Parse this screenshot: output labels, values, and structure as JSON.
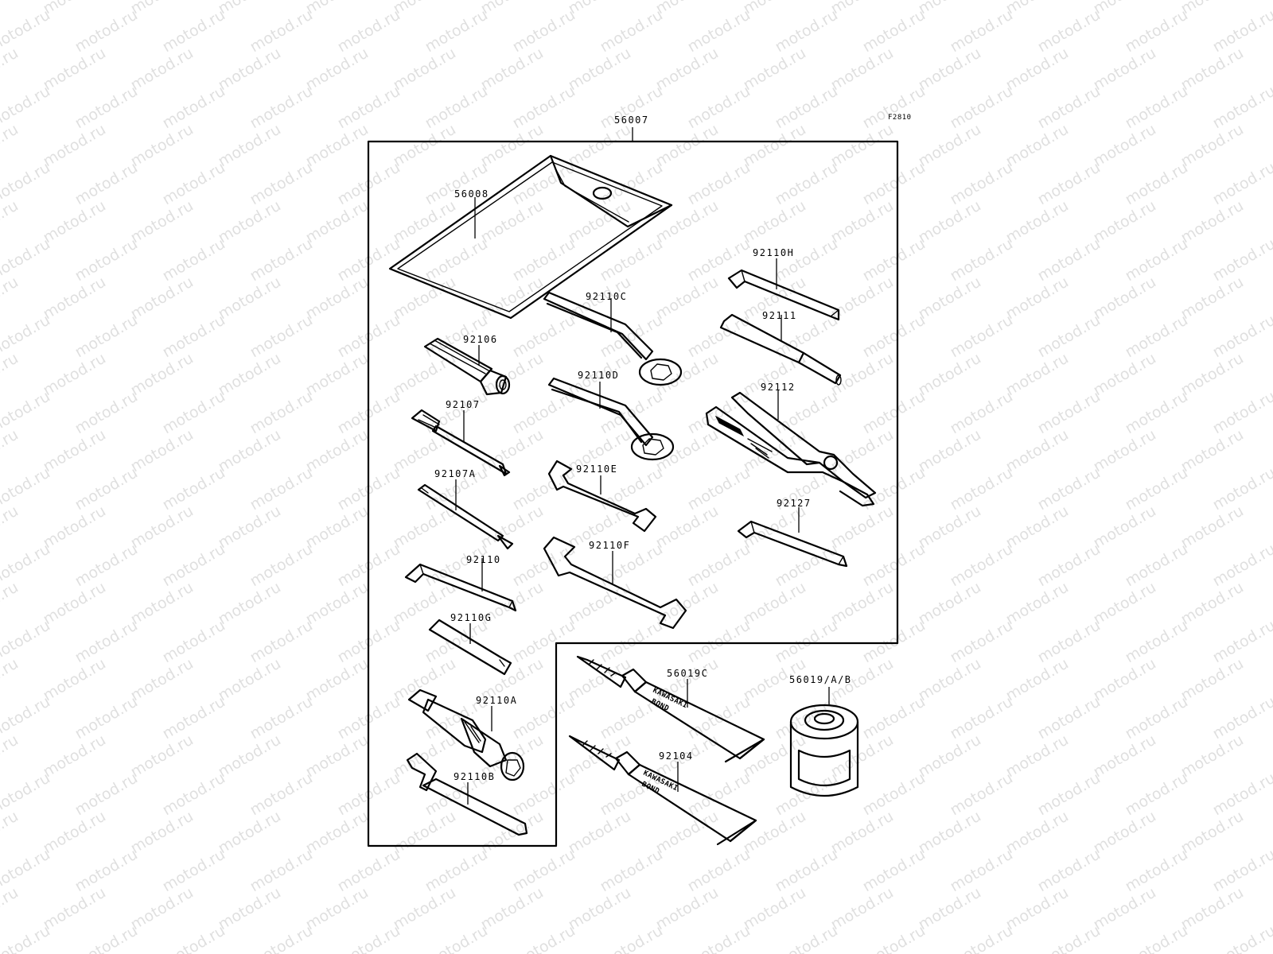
{
  "figure_code": "F2810",
  "watermark": "motod.ru",
  "parts": {
    "p56007": "56007",
    "p56008": "56008",
    "p92106": "92106",
    "p92107": "92107",
    "p92107A": "92107A",
    "p92110": "92110",
    "p92110G": "92110G",
    "p92110A": "92110A",
    "p92110B": "92110B",
    "p92110C": "92110C",
    "p92110D": "92110D",
    "p92110E": "92110E",
    "p92110F": "92110F",
    "p92110H": "92110H",
    "p92111": "92111",
    "p92112": "92112",
    "p92127": "92127",
    "p56019C": "56019C",
    "p92104": "92104",
    "p56019AB": "56019/A/B"
  },
  "tube_text": {
    "brand": "KAWASAKI",
    "product": "BOND"
  }
}
